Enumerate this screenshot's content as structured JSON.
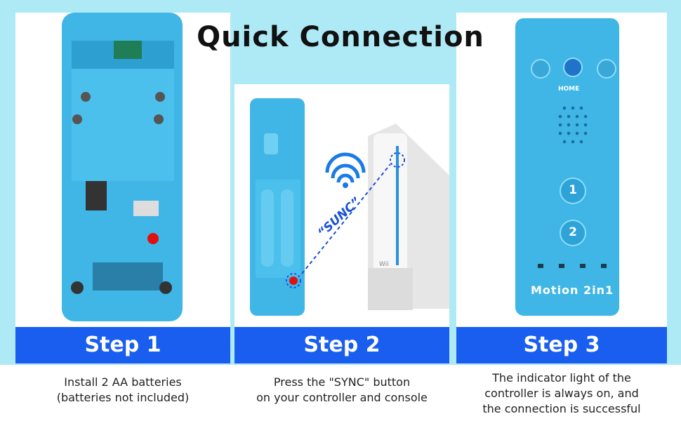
{
  "title": "Quick Connection",
  "steps": [
    {
      "label": "Step 1",
      "caption": [
        "Install 2 AA batteries",
        "(batteries not included)"
      ]
    },
    {
      "label": "Step 2",
      "caption": [
        "Press the \"SYNC\" button",
        "on your controller and console"
      ]
    },
    {
      "label": "Step 3",
      "caption": [
        "The indicator light of the",
        "controller is always on, and",
        "the connection is successful"
      ]
    }
  ],
  "sync_label": "“SUNC”",
  "remote": {
    "home_label": "HOME",
    "button_1": "1",
    "button_2": "2",
    "brand_label": "Motion 2in1"
  },
  "console_label": "Wii",
  "colors": {
    "background": "#aeeaf6",
    "step_bar": "#1a5ef0",
    "controller": "#3fb6e6",
    "sync_dot": "#e01010"
  }
}
